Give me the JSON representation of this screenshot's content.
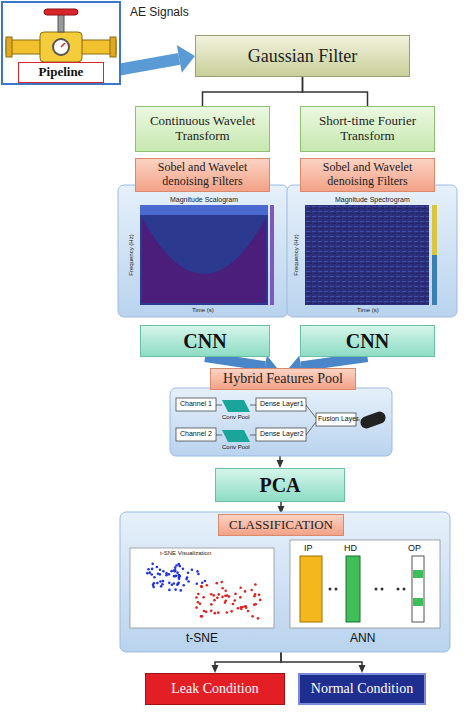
{
  "diagram": {
    "nodes": [
      {
        "text": [
          "Pipeline"
        ]
      },
      {
        "text": [
          "Gaussian Filter"
        ]
      },
      {
        "text": [
          "Continuous Wavelet Transform"
        ]
      },
      {
        "text": [
          "Short-time Fourier Transform"
        ]
      },
      {
        "text": [
          "Sobel and Wavelet denoising Filters"
        ]
      },
      {
        "text": [
          "Sobel and Wavelet denoising Filters"
        ]
      },
      {
        "text": [
          "CNN"
        ]
      },
      {
        "text": [
          "CNN"
        ]
      },
      {
        "text": [
          "Hybrid Features Pool"
        ]
      },
      {
        "text": [
          "PCA"
        ]
      },
      {
        "text": [
          "CLASSIFICATION"
        ]
      },
      {
        "text": [
          "Leak Condition"
        ]
      },
      {
        "text": [
          "Normal Condition"
        ]
      }
    ],
    "edges": [
      {
        "from": 0,
        "to": 1,
        "arrow": "to",
        "label": "AE Signals"
      },
      {
        "from": 1,
        "to": 2,
        "arrow": "none"
      },
      {
        "from": 1,
        "to": 3,
        "arrow": "none"
      },
      {
        "from": 6,
        "to": 8,
        "arrow": "to"
      },
      {
        "from": 7,
        "to": 8,
        "arrow": "to"
      },
      {
        "from": 8,
        "to": 9,
        "arrow": "to"
      },
      {
        "from": 9,
        "to": 10,
        "arrow": "to"
      },
      {
        "from": 10,
        "to": 11,
        "arrow": "to"
      },
      {
        "from": 10,
        "to": 12,
        "arrow": "to"
      }
    ],
    "labels": [
      "Magnitude Scalogram",
      "Frequency (Hz)",
      "Time (s)",
      "Magnitude Spectrogram",
      "Frequency (Hz)",
      "Time (s)",
      "Channel 1",
      "Conv Pool",
      "Dense Layer1",
      "Channel 2",
      "Conv Pool",
      "Dense Layer2",
      "Fusion Layer",
      "t-SNE Visualization",
      "t-SNE",
      "ANN",
      "IP",
      "HD",
      "OP"
    ]
  }
}
